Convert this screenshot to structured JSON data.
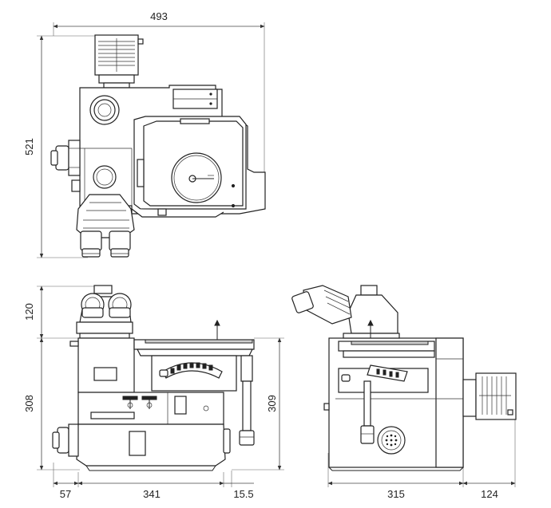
{
  "dimensions": {
    "top_width": "493",
    "top_height": "521",
    "front_top_height": "120",
    "front_body_height": "308",
    "front_right_height": "309",
    "front_left_offset": "57",
    "front_width": "341",
    "front_right_offset": "15.5",
    "side_depth": "315",
    "side_lamp_depth": "124"
  },
  "icons": [
    "objective-turret",
    "eyepiece",
    "lamp-housing",
    "focus-knob",
    "stage-plate"
  ]
}
